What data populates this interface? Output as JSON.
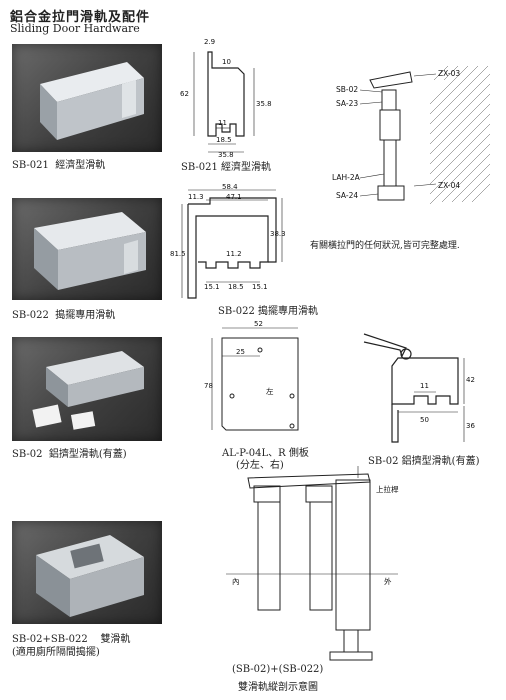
{
  "header": {
    "title_zh": "鋁合金拉門滑軌及配件",
    "title_en": "Sliding Door Hardware"
  },
  "products": [
    {
      "code": "SB-021",
      "name": "經濟型滑軌"
    },
    {
      "code": "SB-022",
      "name": "搗擺專用滑軌"
    },
    {
      "code": "SB-02",
      "name": "鋁擠型滑軌(有蓋)"
    },
    {
      "code": "SB-02+SB-022",
      "name": "雙滑軌",
      "subtitle": "(適用廁所隔間搗擺)"
    }
  ],
  "drawings": {
    "sb021": {
      "caption": "SB-021  經濟型滑軌",
      "dims": [
        "2.9",
        "10",
        "62",
        "35.8",
        "11",
        "18.5",
        "35.8"
      ]
    },
    "sb022": {
      "caption": "SB-022  搗擺專用滑軌",
      "dims": [
        "58.4",
        "11.3",
        "47.1",
        "38.3",
        "81.5",
        "11.2",
        "15.1",
        "18.5",
        "15.1"
      ]
    },
    "side_plate": {
      "caption1": "AL-P-04L、R 側板",
      "caption2": "(分左、右)",
      "dims": [
        "52",
        "25",
        "78"
      ],
      "label": "左"
    },
    "sb02": {
      "caption": "SB-02  鋁擠型滑軌(有蓋)",
      "dims": [
        "11",
        "42",
        "50",
        "36"
      ]
    },
    "install": {
      "labels": [
        "ZX-03",
        "SB-02",
        "SA-23",
        "LAH-2A",
        "ZX-04",
        "SA-24"
      ],
      "note": "有關橫拉門的任何狀況,皆可完整處理."
    },
    "double": {
      "caption1": "(SB-02)+(SB-022)",
      "caption2": "雙滑軌縱剖示意圖",
      "label_top": "上拉桿",
      "label_in": "內",
      "label_out": "外"
    }
  }
}
